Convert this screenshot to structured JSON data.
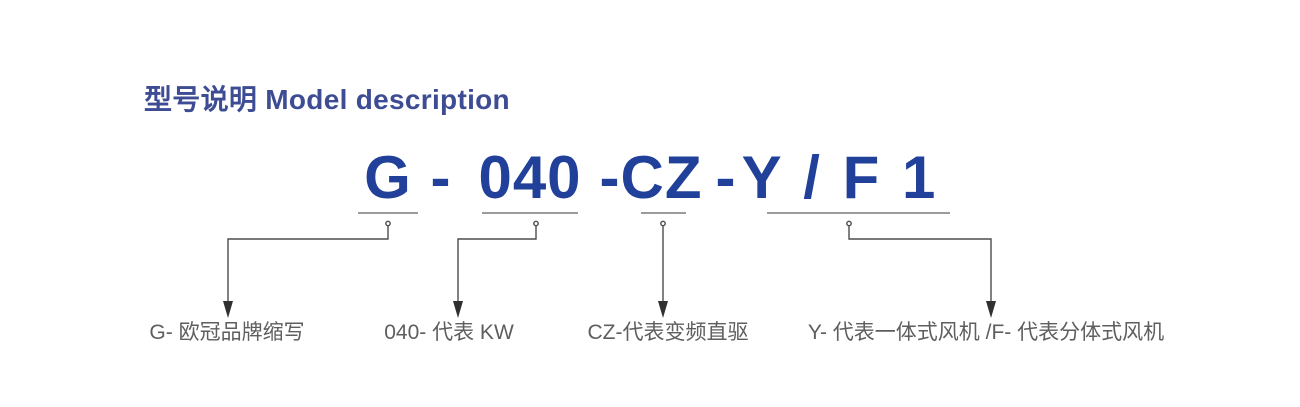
{
  "header": {
    "title": "型号说明 Model description"
  },
  "model_code": {
    "full": "G - 040 -CZ - Y / F 1",
    "segments": [
      {
        "text": "G"
      },
      {
        "text": "-"
      },
      {
        "text": "040"
      },
      {
        "text": "-CZ"
      },
      {
        "text": "-"
      },
      {
        "text": "Y / F 1"
      }
    ]
  },
  "legend": [
    {
      "segment": "G",
      "label": "G- 欧冠品牌缩写"
    },
    {
      "segment": "040",
      "label": "040- 代表 KW"
    },
    {
      "segment": "CZ",
      "label": "CZ-代表变频直驱"
    },
    {
      "segment": "Y/F",
      "label": "Y- 代表一体式风机 /F- 代表分体式风机"
    }
  ],
  "colors": {
    "title": "#3D4C93",
    "code": "#21409A",
    "underline": "#9B9B9B",
    "connector": "#4D4D4D",
    "label": "#5E5E5E",
    "background": "#FFFFFF"
  }
}
